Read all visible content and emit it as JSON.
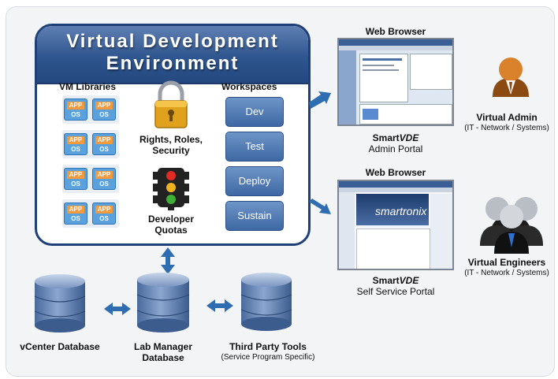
{
  "vde": {
    "title_line1": "Virtual Development",
    "title_line2": "Environment",
    "vm_libraries": "VM Libraries",
    "chip_app": "APP",
    "chip_os": "OS",
    "rights_line1": "Rights, Roles,",
    "rights_line2": "Security",
    "dev_quotas_line1": "Developer",
    "dev_quotas_line2": "Quotas",
    "workspaces": "Workspaces",
    "workspace_items": [
      "Dev",
      "Test",
      "Deploy",
      "Sustain"
    ]
  },
  "top_browser": {
    "title": "Web Browser",
    "portal_name_prefix": "Smart",
    "portal_name_suffix": "VDE",
    "portal_desc": "Admin Portal"
  },
  "bottom_browser": {
    "title": "Web Browser",
    "portal_name_prefix": "Smart",
    "portal_name_suffix": "VDE",
    "portal_desc": "Self Service Portal",
    "logo_text": "smartronix"
  },
  "virtual_admin": {
    "title": "Virtual Admin",
    "subtitle": "(IT - Network / Systems)"
  },
  "virtual_engineers": {
    "title": "Virtual Engineers",
    "subtitle": "(IT - Network / Systems)"
  },
  "databases": {
    "vcenter": "vCenter Database",
    "lab_manager_line1": "Lab Manager",
    "lab_manager_line2": "Database",
    "third_party": "Third Party Tools",
    "third_party_sub": "(Service Program Specific)"
  },
  "colors": {
    "accent_blue": "#2f568f",
    "db_blue": "#5f7fae",
    "arrow_blue": "#2f6db3"
  }
}
